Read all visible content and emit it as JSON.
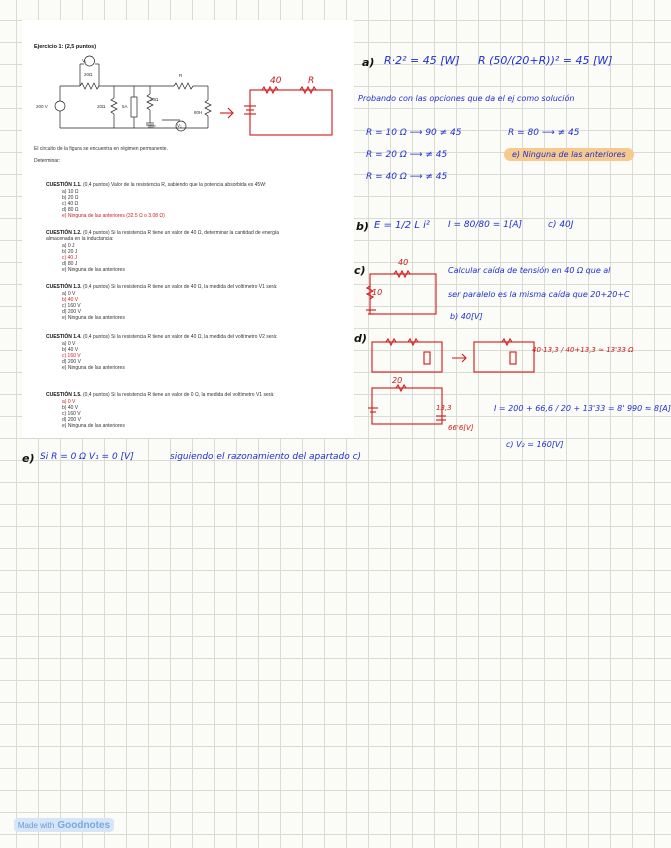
{
  "doc": {
    "heading": "Ejercicio 1: (2,5 puntos)",
    "intro": "El circuito de la figura se encuentra en régimen permanente.",
    "instruction": "Determinar:",
    "circuit_labels": {
      "v1": "V₁",
      "v2": "V₂",
      "r20a": "20Ω",
      "r20b": "20Ω",
      "r20c": "20Ω",
      "r": "R",
      "src": "200 V",
      "i5a": "5A",
      "cap": "1mF",
      "ind": "80H"
    },
    "questions": [
      {
        "title": "CUESTIÓN 1.1.",
        "text": "(0,4 puntos) Valor de la resistencia R, sabiendo que la potencia absorbida es 45W:",
        "options": [
          "a)  10 Ω",
          "b)  20 Ω",
          "c)  40 Ω",
          "d)  80 Ω",
          "e)  Ninguna de las anteriores (32.5 Ω o 3.08 Ω)"
        ],
        "highlight": 4
      },
      {
        "title": "CUESTIÓN 1.2.",
        "text": "(0,4 puntos) Si la resistencia R tiene un valor de 40 Ω, determinar la cantidad de energía",
        "text2": "almacenada en la inductancia:",
        "options": [
          "a)  0 J",
          "b)  20 J",
          "c)  40 J",
          "d)  80 J",
          "e)  Ninguna de las anteriores"
        ],
        "highlight": 2
      },
      {
        "title": "CUESTIÓN 1.3.",
        "text": "(0,4 puntos) Si la resistencia R tiene un valor de 40 Ω, la medida del voltímetro V1 será:",
        "options": [
          "a)  0 V",
          "b)  40 V",
          "c)  160 V",
          "d)  200 V",
          "e)  Ninguna de las anteriores"
        ],
        "highlight": 1
      },
      {
        "title": "CUESTIÓN 1.4.",
        "text": "(0,4 puntos) Si la resistencia R tiene un valor de 40 Ω, la medida del voltímetro V2 será:",
        "options": [
          "a)  0 V",
          "b)  40 V",
          "c)  160 V",
          "d)  200 V",
          "e)  Ninguna de las anteriores"
        ],
        "highlight": 2
      },
      {
        "title": "CUESTIÓN 1.5.",
        "text": "(0,4 puntos) Si la resistencia R tiene un valor de 0 Ω, la medida del voltímetro V1 será:",
        "options": [
          "a)  0 V",
          "b)  40 V",
          "c)  160 V",
          "d)  200 V",
          "e)  Ninguna de las anteriores"
        ],
        "highlight": 0
      }
    ]
  },
  "notes": {
    "a_label": "a)",
    "a_eq1": "R·2² = 45 [W]",
    "a_eq2": "R (50/(20+R))² = 45 [W]",
    "probando": "Probando con las opciones que da el ej como solución",
    "trial1": "R = 10 Ω  ⟶  90 ≠ 45",
    "trial1b": "R = 80 ⟶ ≠ 45",
    "trial2": "R = 20 Ω  ⟶  ≠ 45",
    "trial3": "R = 40 Ω  ⟶  ≠ 45",
    "answer_a": "e) Ninguna de las anteriores",
    "b_label": "b)",
    "b_eq": "E = 1/2 L i²",
    "b_eq2": "I = 80/80 = 1[A]",
    "b_ans": "c) 40J",
    "c_label": "c)",
    "c_text1": "Calcular caída de tensión en 40 Ω que al",
    "c_text2": "ser paralelo es la misma caída que 20+20+C",
    "c_ans": "b) 40[V]",
    "d_label": "d)",
    "d_res": "40·13,3 / 40+13,3 ≈ 13'33 Ω",
    "d_eq": "I = 200 + 66,6 / 20 + 13'33 = 8' 990 ≈ 8[A]",
    "d_ans": "c) V₂ = 160[V]",
    "d_side1": "13,3",
    "d_side2": "66'6[V]",
    "e_label": "e)",
    "e_text": "Si R = 0 Ω    V₁ = 0 [V]",
    "e_text2": "siguiendo el razonamiento del apartado c)",
    "sketch_40": "40",
    "sketch_R": "R",
    "sketch_20": "20",
    "sketch_10": "10"
  },
  "footer": {
    "made_with": "Made with",
    "app": "Goodnotes"
  }
}
